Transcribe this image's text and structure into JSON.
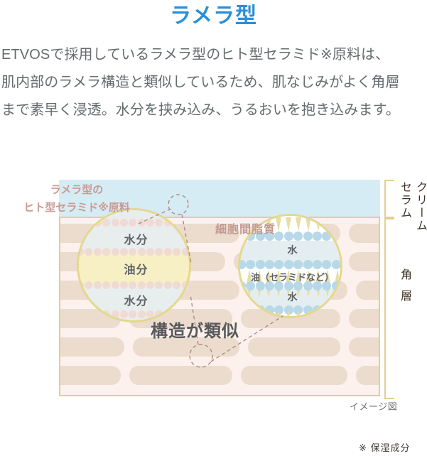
{
  "header": {
    "title": "ラメラ型",
    "title_color": "#2a8fd8"
  },
  "lead": {
    "lines": [
      "ETVOSで採用しているラメラ型のヒト型セラミド※原料は、",
      "肌内部のラメラ構造と類似しているため、肌なじみがよく角層",
      "まで素早く浸透。水分を挟み込み、うるおいを抱き込みます。"
    ]
  },
  "figure": {
    "callout_left": {
      "line1": "ラメラ型の",
      "line2": "ヒト型セラミド※原料",
      "color": "#c99a94"
    },
    "label_intercellular_lipid": "細胞間脂質",
    "label_similar_structure": "構造が類似",
    "left_circle": {
      "bands": [
        {
          "label": "水分",
          "kind": "water"
        },
        {
          "label": "油分",
          "kind": "oil"
        },
        {
          "label": "水分",
          "kind": "water"
        }
      ],
      "border_color": "#e3d88c",
      "water_color": "#e8eeee",
      "oil_color": "#f6f0c4",
      "dot_color": "#f0dad3"
    },
    "right_circle": {
      "bands": [
        {
          "label": "水",
          "kind": "water"
        },
        {
          "label": "油（セラミドなど）",
          "kind": "oil"
        },
        {
          "label": "水",
          "kind": "water"
        }
      ],
      "border_color": "#e3d88c",
      "head_color": "#b6d8e8",
      "tail_color": "#e8dea6",
      "water_color": "#e4eef0"
    },
    "layers": {
      "cream_label": "クリーム",
      "serum_label": "セラム",
      "corneum_label": "角層",
      "cream_band_color": "#d6ecf4",
      "corneum_bg_color": "#fdf1ee",
      "brick_color": "#ecdccd",
      "bracket_color": "#e2cf8e"
    },
    "note_image": "イメージ図"
  },
  "footnote": "※ 保湿成分"
}
